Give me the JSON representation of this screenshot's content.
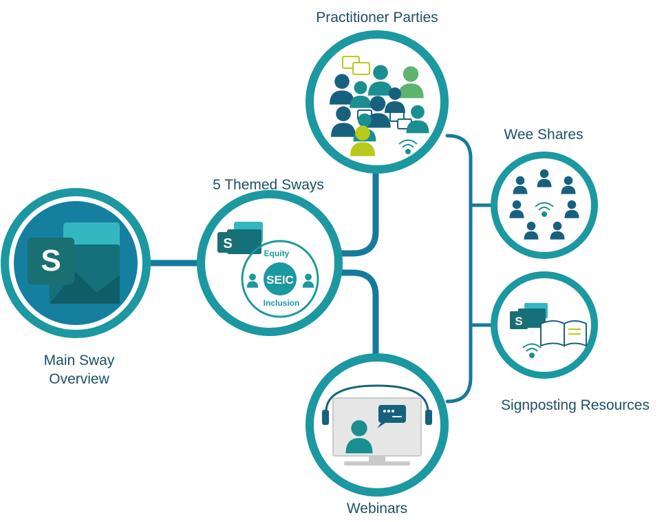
{
  "nodes": {
    "main_sway": {
      "line1": "Main Sway",
      "line2": "Overview"
    },
    "themed_sways": {
      "label": "5 Themed Sways",
      "badge_top": "Equity",
      "badge_center": "SEIC",
      "badge_bottom": "Inclusion"
    },
    "practitioner_parties": {
      "label": "Practitioner Parties"
    },
    "wee_shares": {
      "label": "Wee Shares"
    },
    "signposting": {
      "label": "Signposting Resources"
    },
    "webinars": {
      "label": "Webinars"
    }
  },
  "sway_logo_letter": "S",
  "colors": {
    "ring": "#1b98a0",
    "connector": "#167a9b",
    "label": "#1e4f66",
    "person_dark": "#17617f",
    "person_teal": "#1a8e91",
    "person_green": "#5fb36c",
    "person_lime": "#b9c91c"
  }
}
